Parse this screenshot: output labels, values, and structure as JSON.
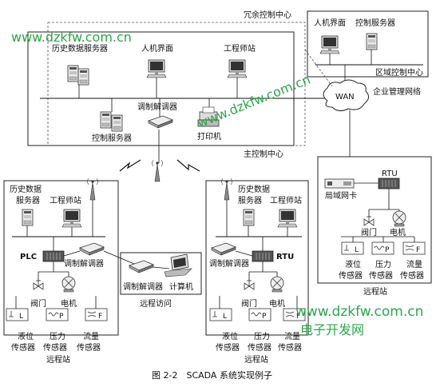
{
  "watermarks": {
    "top_left": "www.dzkfw.com.cn",
    "diagonal": "www.dzkfw.com.cn",
    "bottom_right_url": "www.dzkfw.com.cn",
    "bottom_right_cn": "电子开发网"
  },
  "main_center": {
    "redundant_label": "冗余控制中心",
    "label": "主控制中心",
    "history_server": "历史数据服务器",
    "hmi": "人机界面",
    "engineer_station": "工程师站",
    "modem": "调制解调器",
    "control_server": "控制服务器",
    "printer": "打印机"
  },
  "region_center": {
    "hmi": "人机界面",
    "control_server": "控制服务器",
    "label": "区域控制中心"
  },
  "network": {
    "wan": "WAN",
    "enterprise_network": "企业管理网络"
  },
  "remote_right": {
    "rtu": "RTU",
    "lan_card": "局域网卡",
    "valve": "阀门",
    "motor": "电机",
    "level_sensor_a": "液位",
    "level_sensor_b": "传感器",
    "pressure_sensor_a": "压力",
    "pressure_sensor_b": "传感器",
    "flow_sensor_a": "流量",
    "flow_sensor_b": "传感器",
    "label": "远程站"
  },
  "remote_left": {
    "history_a": "历史数据",
    "history_b": "服务器",
    "engineer_station": "工程师站",
    "plc": "PLC",
    "modem": "调制解调器",
    "valve": "阀门",
    "motor": "电机",
    "level_sensor_a": "液位",
    "level_sensor_b": "传感器",
    "pressure_sensor_a": "压力",
    "pressure_sensor_b": "传感器",
    "flow_sensor_a": "流量",
    "flow_sensor_b": "传感器",
    "label": "远程站"
  },
  "remote_access": {
    "modem": "调制解调器",
    "computer": "计算机",
    "label": "远程访问"
  },
  "remote_middle": {
    "history_a": "历史数据",
    "history_b": "服务器",
    "engineer_station": "工程师站",
    "rtu": "RTU",
    "modem": "调制解调器",
    "valve": "阀门",
    "motor": "电机",
    "level_sensor_a": "液位",
    "level_sensor_b": "传感器",
    "pressure_sensor_a": "压力",
    "pressure_sensor_b": "传感器",
    "flow_sensor_a": "流量",
    "flow_sensor_b": "传感器",
    "label": "远程站"
  },
  "sensor_symbols": {
    "level": "L",
    "pressure": "P",
    "flow": "F"
  },
  "caption": "图 2-2　SCADA 系统实现例子"
}
